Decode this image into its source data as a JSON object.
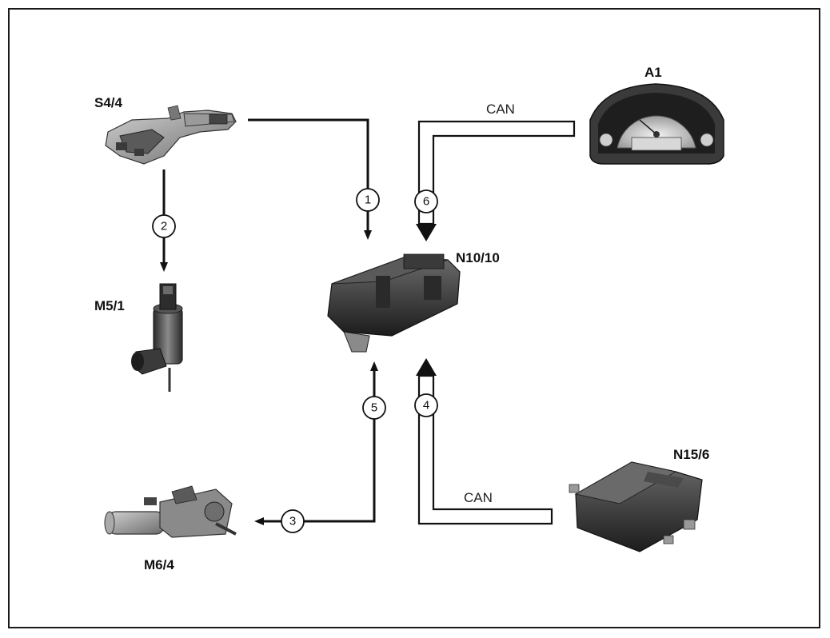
{
  "diagram": {
    "components": {
      "s4_4": "S4/4",
      "m5_1": "M5/1",
      "m6_4": "M6/4",
      "a1": "A1",
      "n10_10": "N10/10",
      "n15_6": "N15/6"
    },
    "bus_labels": {
      "top": "CAN",
      "bottom": "CAN"
    },
    "steps": [
      "1",
      "2",
      "3",
      "4",
      "5",
      "6"
    ]
  },
  "colors": {
    "line": "#111111",
    "bus_outline": "#111111",
    "background": "#ffffff"
  }
}
